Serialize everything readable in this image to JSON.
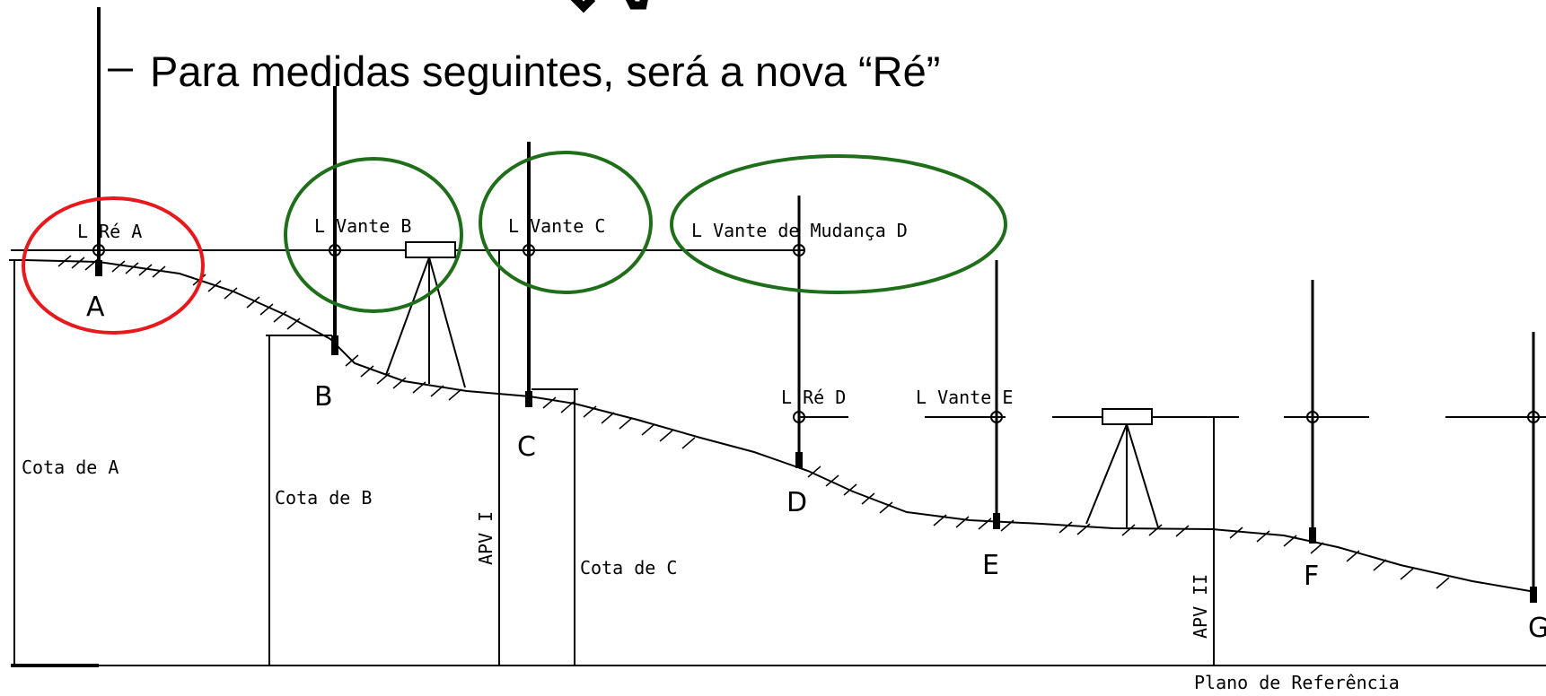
{
  "slide": {
    "bullet_text": "Para medidas seguintes, será a nova “Ré”"
  },
  "readings": {
    "re_a": "L Ré A",
    "vante_b": "L Vante B",
    "vante_c": "L Vante C",
    "vante_mudanca_d": "L Vante de Mudança D",
    "re_d": "L Ré D",
    "vante_e": "L Vante E"
  },
  "points": {
    "a": "A",
    "b": "B",
    "c": "C",
    "d": "D",
    "e": "E",
    "f": "F",
    "g": "G"
  },
  "elevations": {
    "cota_a": "Cota de A",
    "cota_b": "Cota de B",
    "cota_c": "Cota de C",
    "apv_1": "APV I",
    "apv_2": "APV II"
  },
  "reference_plane": "Plano de Referência",
  "colors": {
    "highlight_re": "#e8191c",
    "highlight_vante": "#1f6e1a",
    "ink": "#000000"
  }
}
